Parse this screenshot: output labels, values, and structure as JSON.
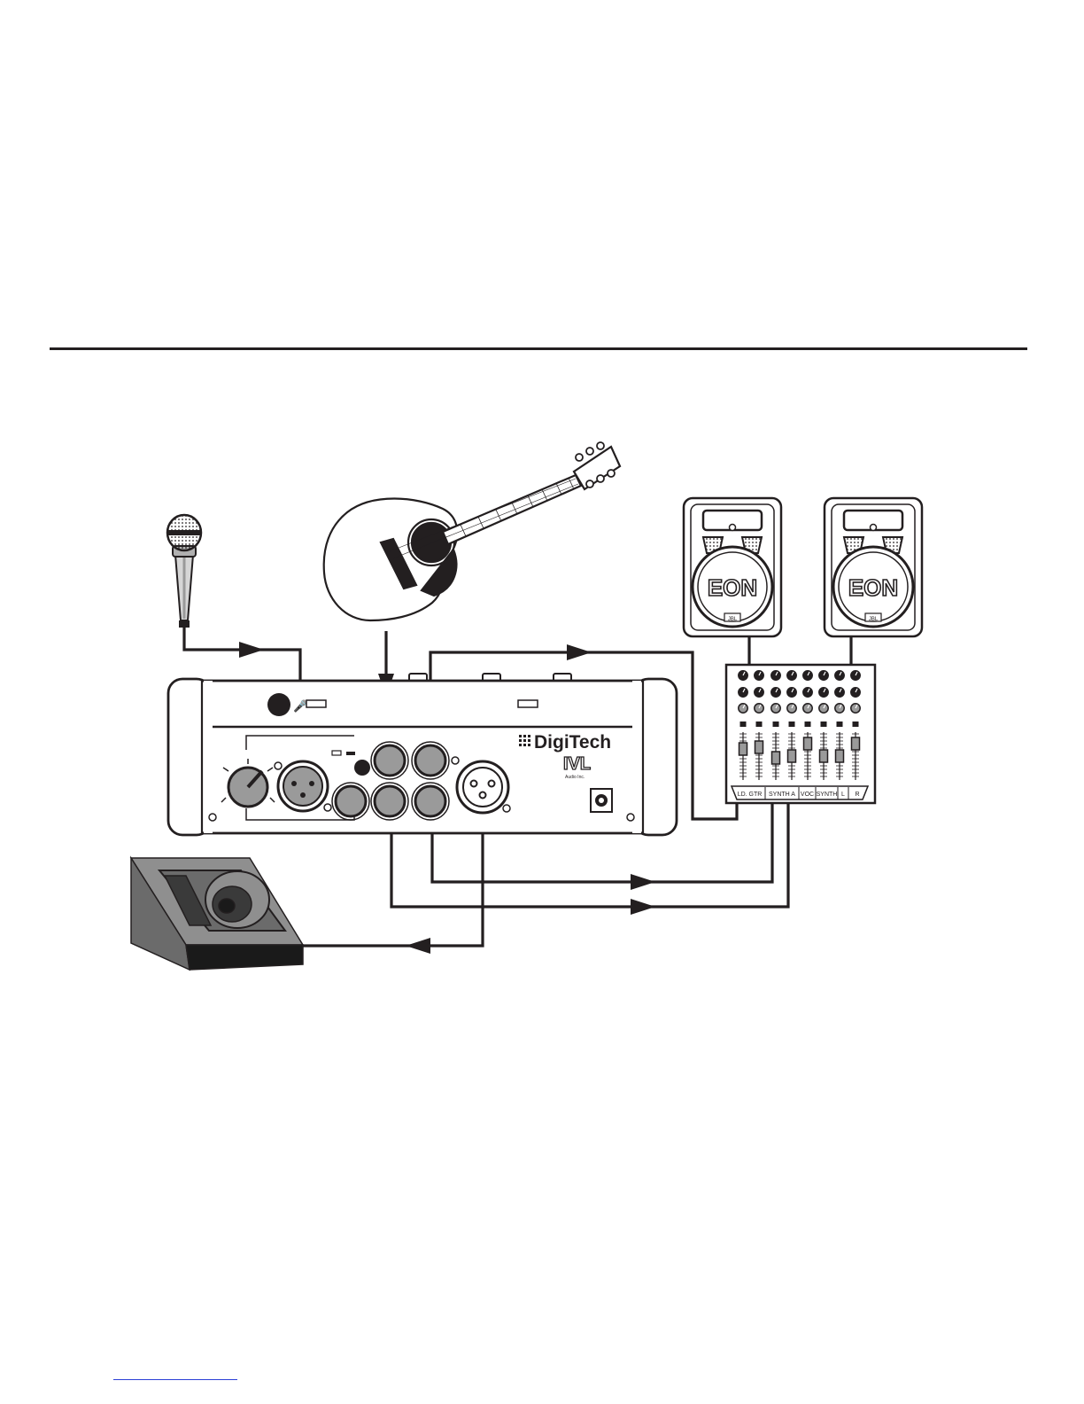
{
  "colors": {
    "ink": "#231f20",
    "monitor_face": "#6b6b6b",
    "monitor_top": "#8f8f8f",
    "monitor_base": "#1a1a1a",
    "footer_link": "#2c3fd6"
  },
  "icons": {
    "microphone": "microphone-icon",
    "guitar": "acoustic-guitar-icon",
    "speaker": "pa-speaker-icon",
    "monitor": "floor-monitor-icon",
    "mixer": "mixer-icon"
  },
  "processor": {
    "brand": "DigiTech",
    "model": "IVL",
    "model_sub": "Audio Inc."
  },
  "speakers": [
    {
      "logo": "EON",
      "badge": "JBL"
    },
    {
      "logo": "EON",
      "badge": "JBL"
    }
  ],
  "mixer": {
    "channel_labels": [
      "LD. GTR",
      "SYNTH A",
      "VOC",
      "SYNTH",
      "L",
      "R"
    ]
  }
}
